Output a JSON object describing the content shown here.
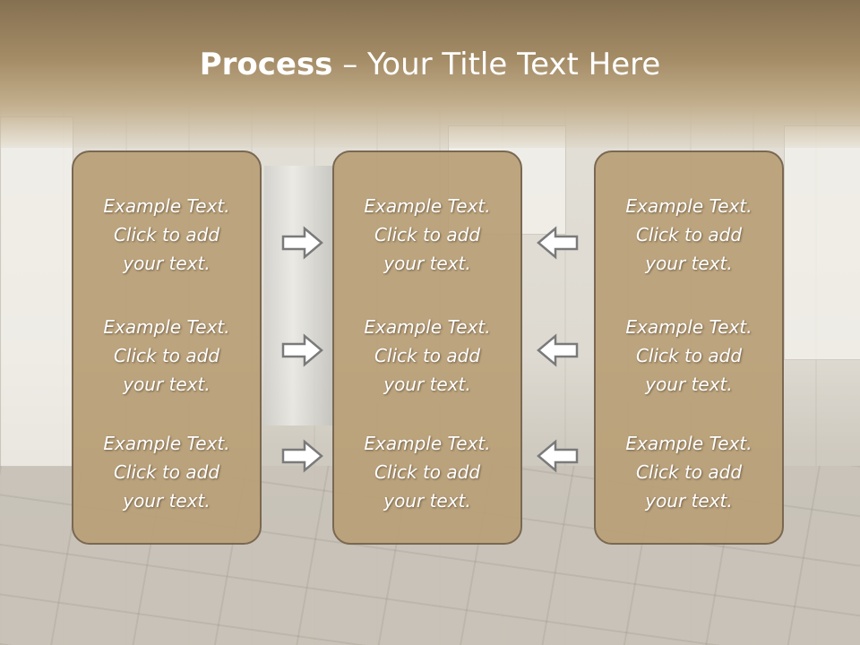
{
  "slide": {
    "title_bold": "Process",
    "title_rest": " – Your Title Text Here"
  },
  "columns": [
    {
      "items": [
        {
          "l1": "Example Text.",
          "l2": "Click  to add",
          "l3": "your text."
        },
        {
          "l1": "Example Text.",
          "l2": "Click  to add",
          "l3": "your text."
        },
        {
          "l1": "Example Text.",
          "l2": "Click  to add",
          "l3": "your text."
        }
      ]
    },
    {
      "items": [
        {
          "l1": "Example Text.",
          "l2": "Click  to add",
          "l3": "your text."
        },
        {
          "l1": "Example Text.",
          "l2": "Click  to add",
          "l3": "your text."
        },
        {
          "l1": "Example Text.",
          "l2": "Click  to add",
          "l3": "your text."
        }
      ]
    },
    {
      "items": [
        {
          "l1": "Example Text.",
          "l2": "Click  to add",
          "l3": "your text."
        },
        {
          "l1": "Example Text.",
          "l2": "Click  to add",
          "l3": "your text."
        },
        {
          "l1": "Example Text.",
          "l2": "Click  to add",
          "l3": "your text."
        }
      ]
    }
  ],
  "arrows": {
    "left_group": "right-arrow-icon",
    "right_group": "left-arrow-icon"
  },
  "colors": {
    "header": "#a48c66",
    "panel": "#b9a076",
    "panel_border": "#7a6852",
    "text": "#ffffff"
  }
}
